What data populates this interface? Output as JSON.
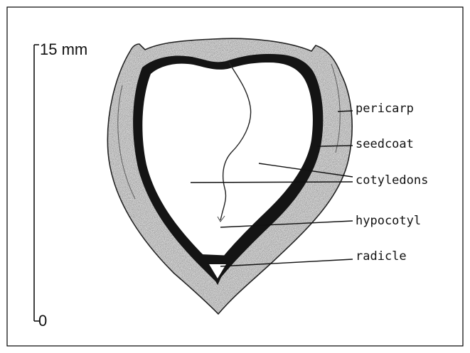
{
  "scale_bar": {
    "top_label": "15 mm",
    "bottom_label": "0"
  },
  "labels": {
    "pericarp": "pericarp",
    "seedcoat": "seedcoat",
    "cotyledons": "cotyledons",
    "hypocotyl": "hypocotyl",
    "radicle": "radicle"
  },
  "colors": {
    "pericarp_fill": "#cfcfcf",
    "seedcoat_fill": "#141414",
    "background": "#ffffff"
  }
}
